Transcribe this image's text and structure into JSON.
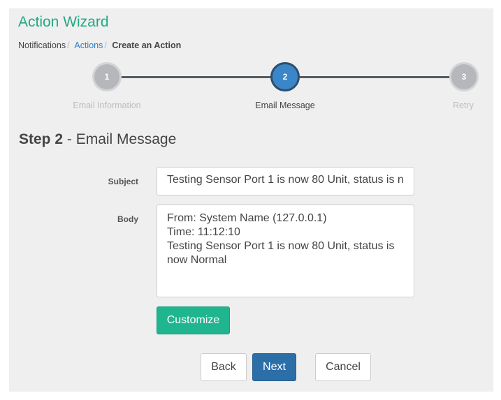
{
  "title": "Action Wizard",
  "breadcrumb": {
    "items": [
      {
        "label": "Notifications"
      },
      {
        "label": "Actions"
      },
      {
        "label": "Create an Action"
      }
    ],
    "separator": "/"
  },
  "steps": [
    {
      "number": "1",
      "label": "Email Information",
      "state": "inactive"
    },
    {
      "number": "2",
      "label": "Email Message",
      "state": "active"
    },
    {
      "number": "3",
      "label": "Retry",
      "state": "inactive"
    }
  ],
  "heading": {
    "step": "Step 2",
    "rest": " - Email Message"
  },
  "form": {
    "subject_label": "Subject",
    "subject_value": "Testing Sensor Port 1 is now 80 Unit, status is n",
    "body_label": "Body",
    "body_lines": [
      "From: System Name (127.0.0.1)",
      "Time: 11:12:10",
      "Testing Sensor Port 1 is now 80 Unit, status is now Normal"
    ],
    "customize_label": "Customize"
  },
  "nav": {
    "back_label": "Back",
    "next_label": "Next",
    "cancel_label": "Cancel"
  },
  "colors": {
    "accent": "#22a882",
    "primary": "#2c6fa8",
    "customize": "#1fb58f"
  }
}
